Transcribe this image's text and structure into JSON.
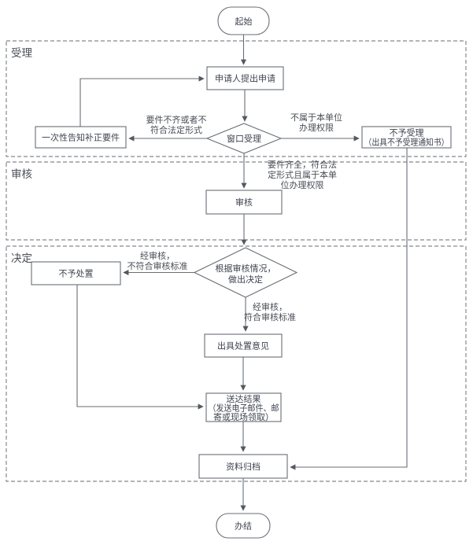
{
  "colors": {
    "background": "#ffffff",
    "node_fill": "#ffffff",
    "line": "#696e76",
    "section_dash": "#85888f",
    "text": "#3f4450"
  },
  "sections": {
    "accept": {
      "label": "受理"
    },
    "review": {
      "label": "审核"
    },
    "decide": {
      "label": "决定"
    }
  },
  "nodes": {
    "start": {
      "label": "起始"
    },
    "apply": {
      "label": "申请人提出申请"
    },
    "window": {
      "label": "窗口受理"
    },
    "notify": {
      "label": "一次性告知补正要件"
    },
    "reject": {
      "line1": "不予受理",
      "line2": "（出具不予受理通知书）"
    },
    "review": {
      "label": "审核"
    },
    "decide": {
      "line1": "根据审核情况，",
      "line2": "做出决定"
    },
    "no_disposal": {
      "label": "不予处置"
    },
    "opinion": {
      "label": "出具处置意见"
    },
    "deliver": {
      "line1": "送达结果",
      "line2": "（发送电子邮件、邮",
      "line3": "寄或现场领取）"
    },
    "archive": {
      "label": "资料归档"
    },
    "end": {
      "label": "办结"
    }
  },
  "edge_labels": {
    "incomplete": {
      "line1": "要件不齐或者不",
      "line2": "符合法定形式"
    },
    "not_jurisdiction": {
      "line1": "不属于本单位",
      "line2": "办理权限"
    },
    "complete": {
      "line1": "要件齐全，符合法",
      "line2": "定形式且属于本单",
      "line3": "位办理权限"
    },
    "fail": {
      "line1": "经审核，",
      "line2": "不符合审核标准"
    },
    "pass": {
      "line1": "经审核，",
      "line2": "符合审核标准"
    }
  }
}
